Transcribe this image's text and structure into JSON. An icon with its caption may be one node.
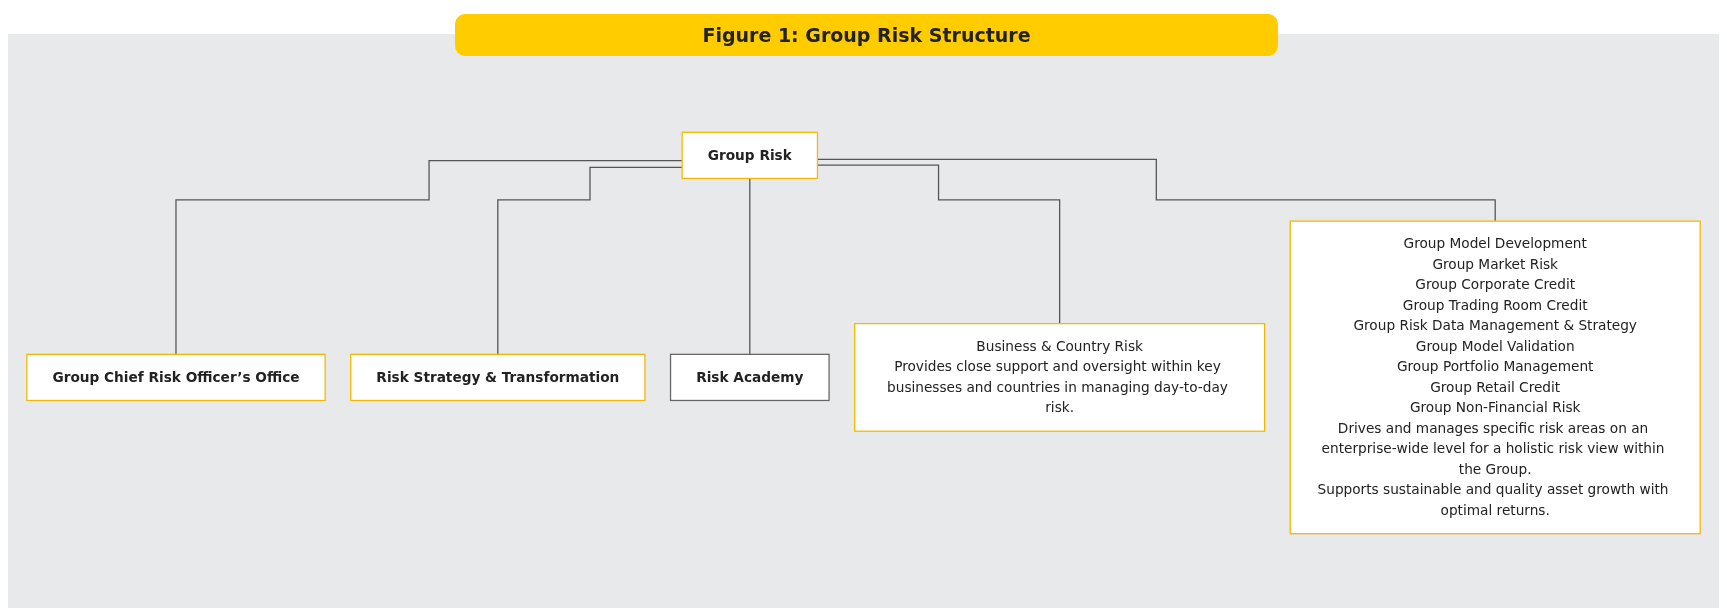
{
  "diagram": {
    "title": "Figure 1: Group Risk Structure",
    "nodes": [
      {
        "text": [
          "Group Risk"
        ]
      },
      {
        "text": [
          "Group Chief Risk Officer’s Office"
        ]
      },
      {
        "text": [
          "Risk Strategy & Transformation"
        ]
      },
      {
        "text": [
          "Risk Academy"
        ]
      },
      {
        "text": [
          "Business & Country Risk",
          "Provides close support and oversight within key businesses and countries in managing day-to-day risk."
        ]
      },
      {
        "text": [
          "Group Model Development",
          "Group Market Risk",
          "Group Corporate Credit",
          "Group Trading Room Credit",
          "Group Risk Data Management & Strategy",
          "Group Model Validation",
          "Group Portfolio Management",
          "Group Retail Credit",
          "Group Non-Financial Risk",
          "Drives and manages specific risk areas on an enterprise-wide level for a holistic risk view within the Group.",
          "Supports sustainable and quality asset growth with optimal returns."
        ]
      }
    ],
    "edges": [
      {
        "from": 0,
        "to": 1,
        "arrow": "none"
      },
      {
        "from": 0,
        "to": 2,
        "arrow": "none"
      },
      {
        "from": 0,
        "to": 3,
        "arrow": "none"
      },
      {
        "from": 0,
        "to": 4,
        "arrow": "none"
      },
      {
        "from": 0,
        "to": 5,
        "arrow": "none"
      }
    ]
  }
}
